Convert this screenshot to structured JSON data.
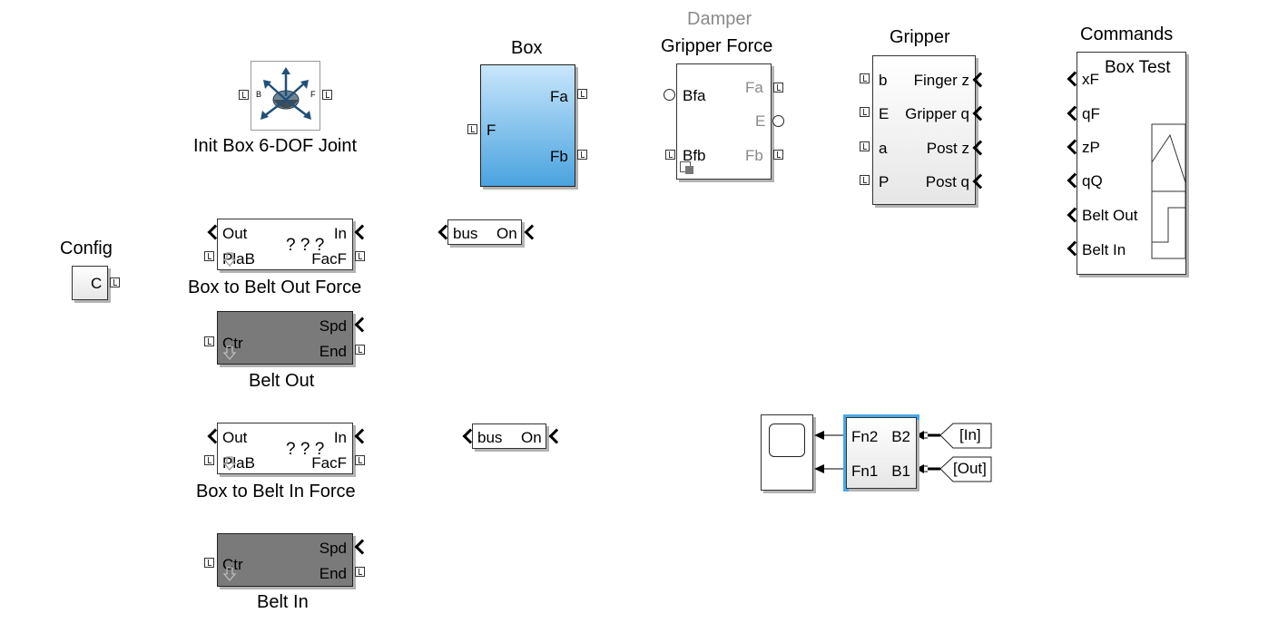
{
  "config": {
    "label": "Config",
    "port": "C"
  },
  "init_joint": {
    "label": "Init Box 6-DOF Joint",
    "port_left": "B",
    "port_right": "F"
  },
  "box": {
    "title": "Box",
    "in": "F",
    "out_a": "Fa",
    "out_b": "Fb"
  },
  "damper": {
    "title_top": "Damper",
    "title": "Gripper Force",
    "in_a": "Bfa",
    "in_b": "Bfb",
    "out_a": "Fa",
    "out_e": "E",
    "out_b": "Fb"
  },
  "gripper": {
    "title": "Gripper",
    "in": [
      "b",
      "E",
      "a",
      "P"
    ],
    "out": [
      "Finger z",
      "Gripper q",
      "Post z",
      "Post  q"
    ]
  },
  "commands": {
    "title": "Commands",
    "subtitle": "Box Test",
    "outputs": [
      "xF",
      "qF",
      "zP",
      "qQ",
      "Belt Out",
      "Belt In"
    ]
  },
  "box_to_belt_out": {
    "label": "Box to Belt Out Force",
    "out": "Out",
    "in": "In",
    "plab": "PlaB",
    "facf": "FacF",
    "center": "? ? ?"
  },
  "belt_out": {
    "label": "Belt Out",
    "ctr": "Ctr",
    "spd": "Spd",
    "end": "End"
  },
  "box_to_belt_in": {
    "label": "Box to Belt In Force",
    "out": "Out",
    "in": "In",
    "plab": "PlaB",
    "facf": "FacF",
    "center": "? ? ?"
  },
  "belt_in": {
    "label": "Belt In",
    "ctr": "Ctr",
    "spd": "Spd",
    "end": "End"
  },
  "bus1": {
    "left": "bus",
    "right": "On"
  },
  "bus2": {
    "left": "bus",
    "right": "On"
  },
  "select": {
    "fn2": "Fn2",
    "b2": "B2",
    "fn1": "Fn1",
    "b1": "B1"
  },
  "goto_in": {
    "label": "[In]"
  },
  "goto_out": {
    "label": "[Out]"
  },
  "colors": {
    "box_top": "#c8e6fb",
    "box_bottom": "#4aa3df",
    "select_border": "#4aa7e8",
    "dark_block": "#7a7a7a"
  }
}
